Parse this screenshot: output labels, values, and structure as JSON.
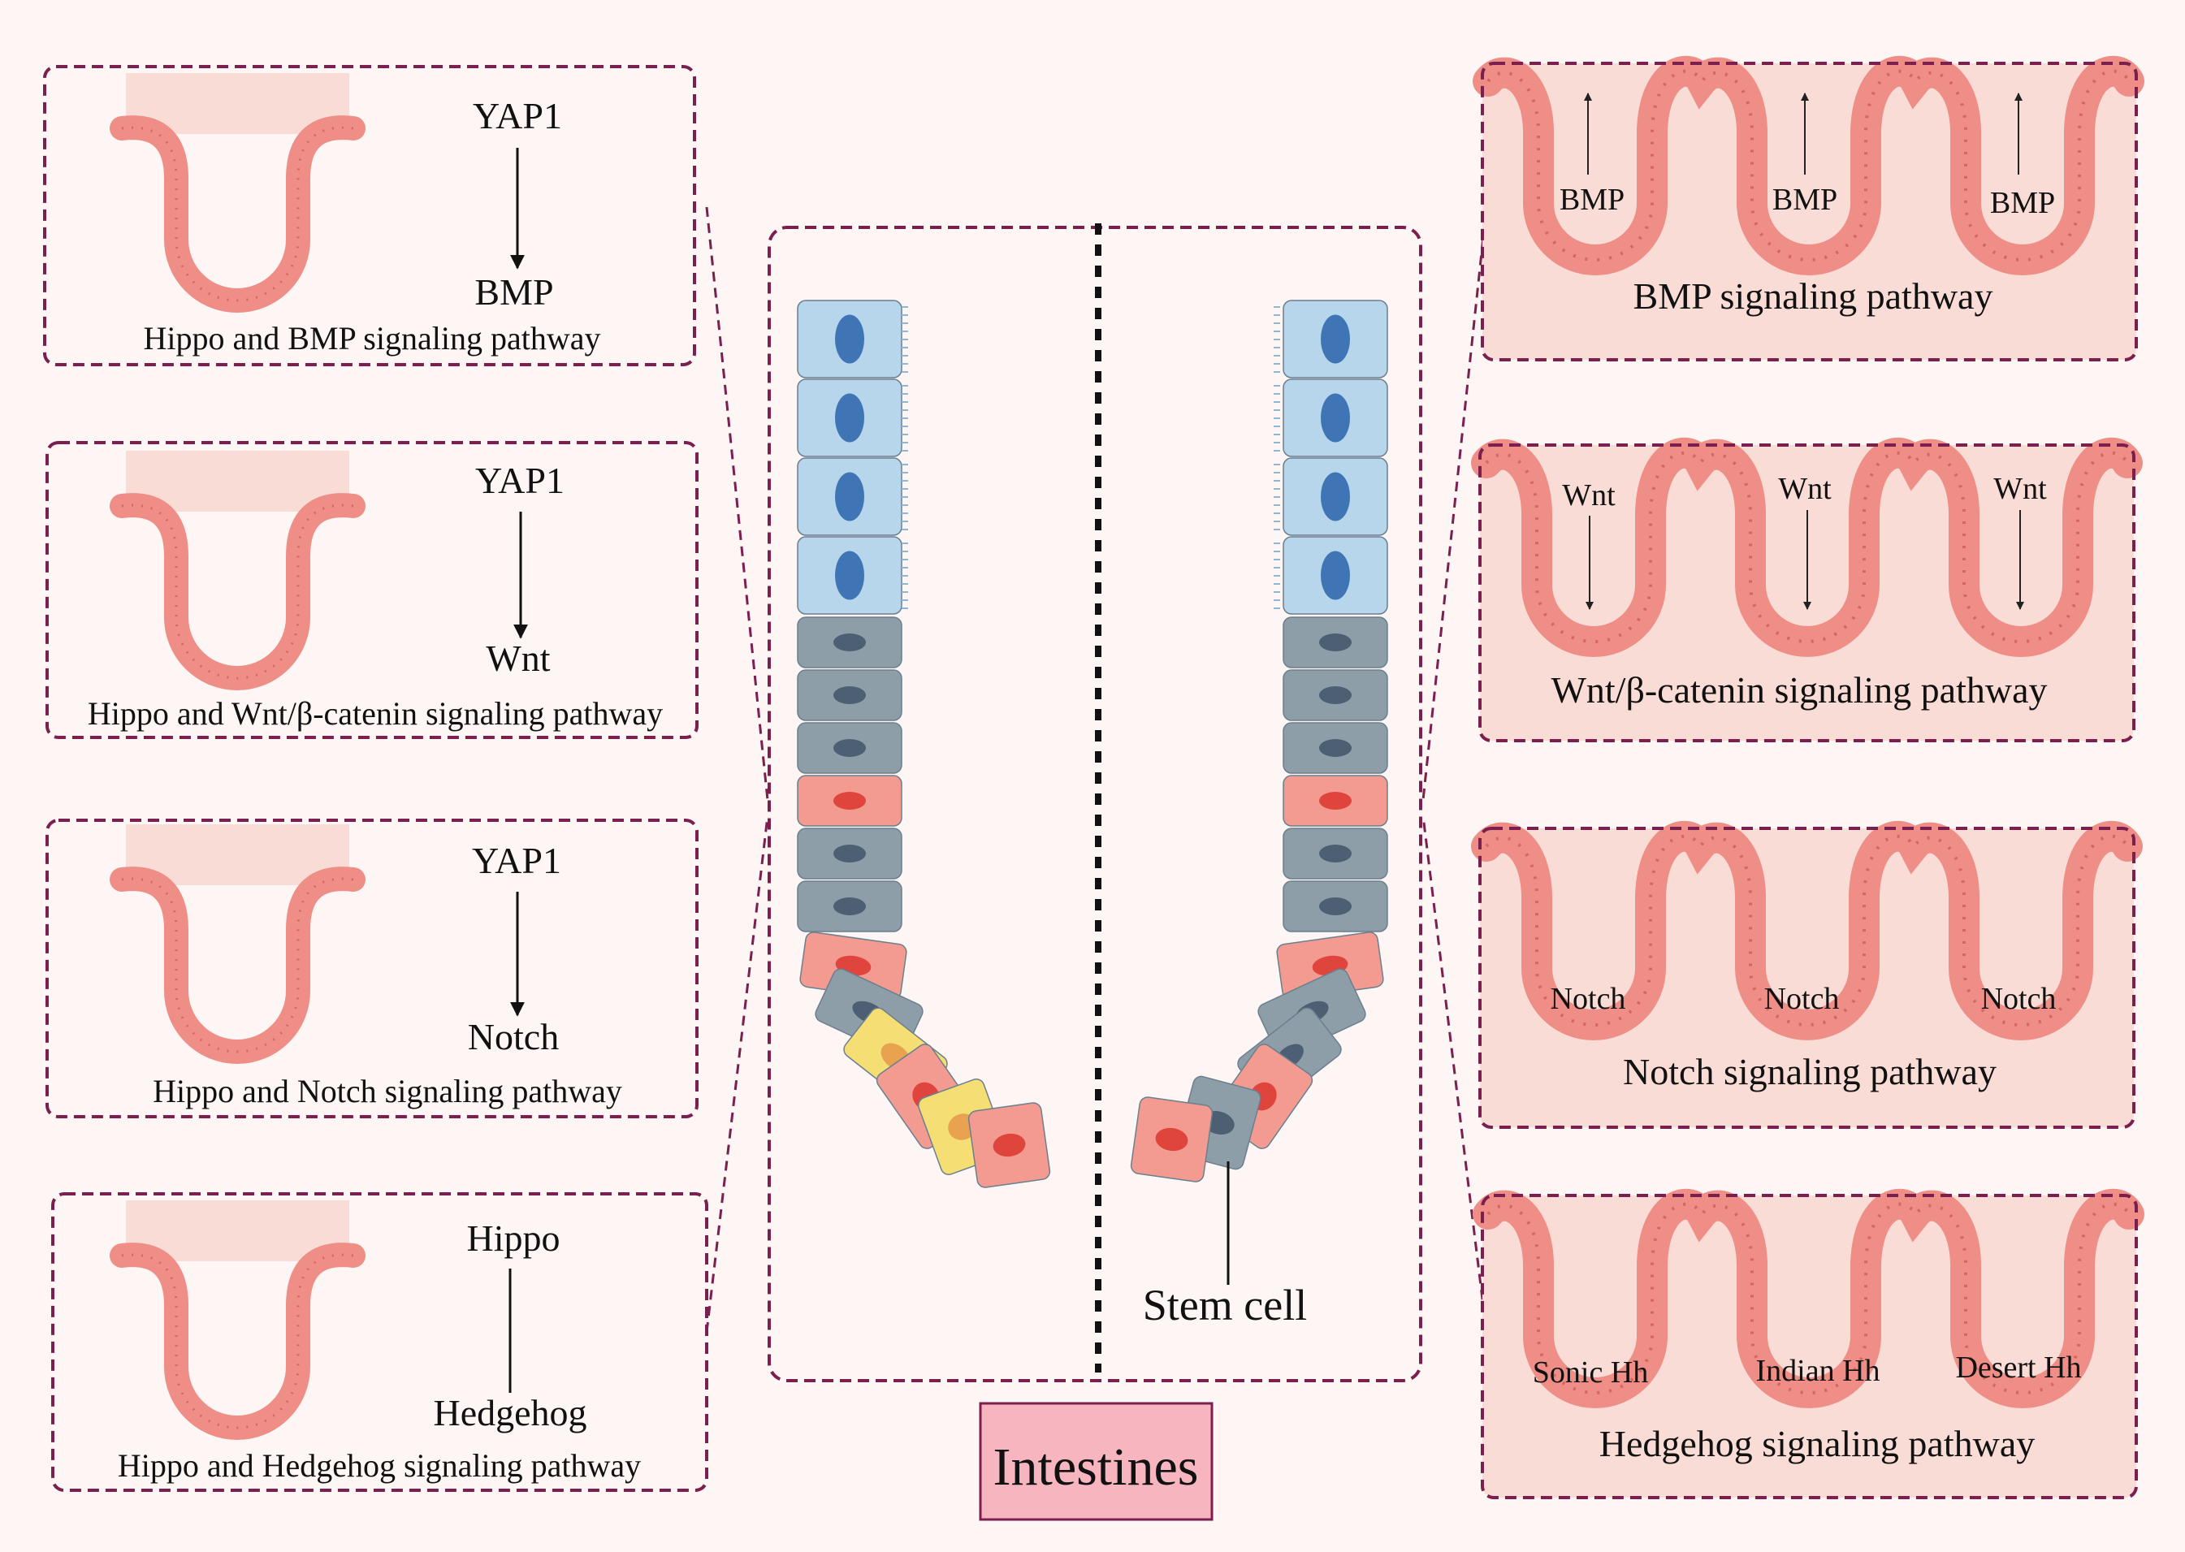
{
  "left_panels": [
    {
      "top": "YAP1",
      "bottom": "BMP",
      "caption": "Hippo and BMP signaling pathway"
    },
    {
      "top": "YAP1",
      "bottom": "Wnt",
      "caption": "Hippo and Wnt/β-catenin signaling pathway"
    },
    {
      "top": "YAP1",
      "bottom": "Notch",
      "caption": "Hippo and Notch signaling pathway"
    },
    {
      "top": "Hippo",
      "bottom": "Hedgehog",
      "caption": "Hippo and Hedgehog signaling pathway"
    }
  ],
  "right_panels": [
    {
      "labels": [
        "BMP",
        "BMP",
        "BMP"
      ],
      "caption": "BMP signaling pathway"
    },
    {
      "labels": [
        "Wnt",
        "Wnt",
        "Wnt"
      ],
      "caption": "Wnt/β-catenin signaling pathway"
    },
    {
      "labels": [
        "Notch",
        "Notch",
        "Notch"
      ],
      "caption": "Notch signaling pathway"
    },
    {
      "labels": [
        "Sonic Hh",
        "Indian Hh",
        "Desert Hh"
      ],
      "caption": "Hedgehog signaling pathway"
    }
  ],
  "center": {
    "stem_cell_label": "Stem cell",
    "organ_label": "Intestines"
  },
  "colors": {
    "frame": "#7a1f4e",
    "tissue": "#ee8e86",
    "tissue_fill": "#f6c3bc",
    "enterocyte": "#b7d6ec",
    "enterocyte_nucleus": "#3f74b5",
    "transit_cell": "#8e9ea8",
    "transit_nucleus": "#4d5f73",
    "stem_red": "#f39b90",
    "stem_red_nucleus": "#e0453d",
    "paneth": "#f5df74",
    "paneth_nucleus": "#e9a24f",
    "organ_box": "#f7b5c0"
  }
}
